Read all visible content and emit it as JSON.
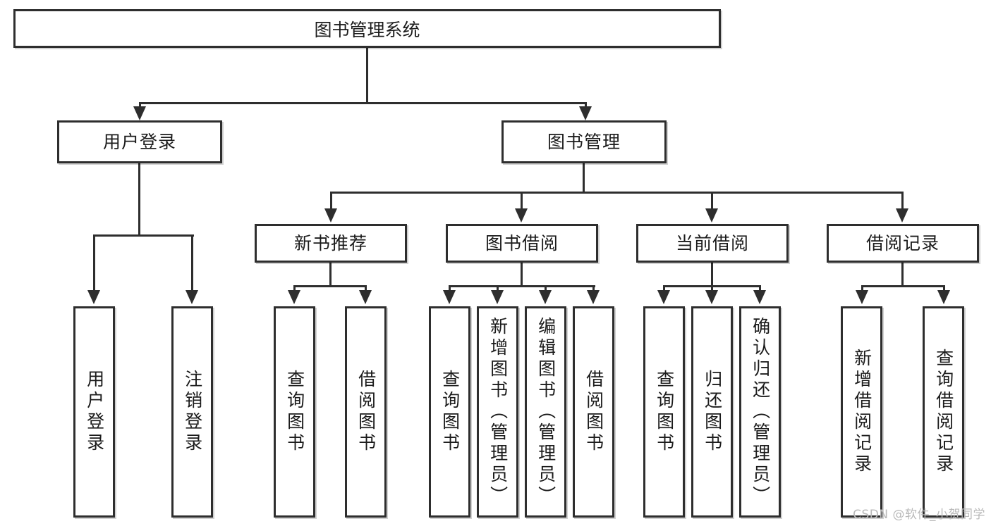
{
  "diagram": {
    "title_node": {
      "label": "图书管理系统"
    },
    "level2": [
      {
        "label": "用户登录"
      },
      {
        "label": "图书管理"
      }
    ],
    "level3": [
      {
        "label": "新书推荐"
      },
      {
        "label": "图书借阅"
      },
      {
        "label": "当前借阅"
      },
      {
        "label": "借阅记录"
      }
    ],
    "leaves": {
      "user_login": [
        {
          "label": "用户登录"
        },
        {
          "label": "注销登录"
        }
      ],
      "new_book_recommend": [
        {
          "label": "查询图书"
        },
        {
          "label": "借阅图书"
        }
      ],
      "book_borrow": [
        {
          "label": "查询图书"
        },
        {
          "label": "新增图书（管理员）"
        },
        {
          "label": "编辑图书（管理员）"
        },
        {
          "label": "借阅图书"
        }
      ],
      "current_borrow": [
        {
          "label": "查询图书"
        },
        {
          "label": "归还图书"
        },
        {
          "label": "确认归还（管理员）"
        }
      ],
      "borrow_record": [
        {
          "label": "新增借阅记录"
        },
        {
          "label": "查询借阅记录"
        }
      ]
    }
  },
  "watermark": {
    "text": "CSDN @软件_小贺同学"
  },
  "colors": {
    "box_border": "#2e2e2e",
    "box_fill": "#ffffff",
    "connector": "#2e2e2e",
    "text": "#1b1b1b",
    "watermark": "#b9b9b9"
  }
}
